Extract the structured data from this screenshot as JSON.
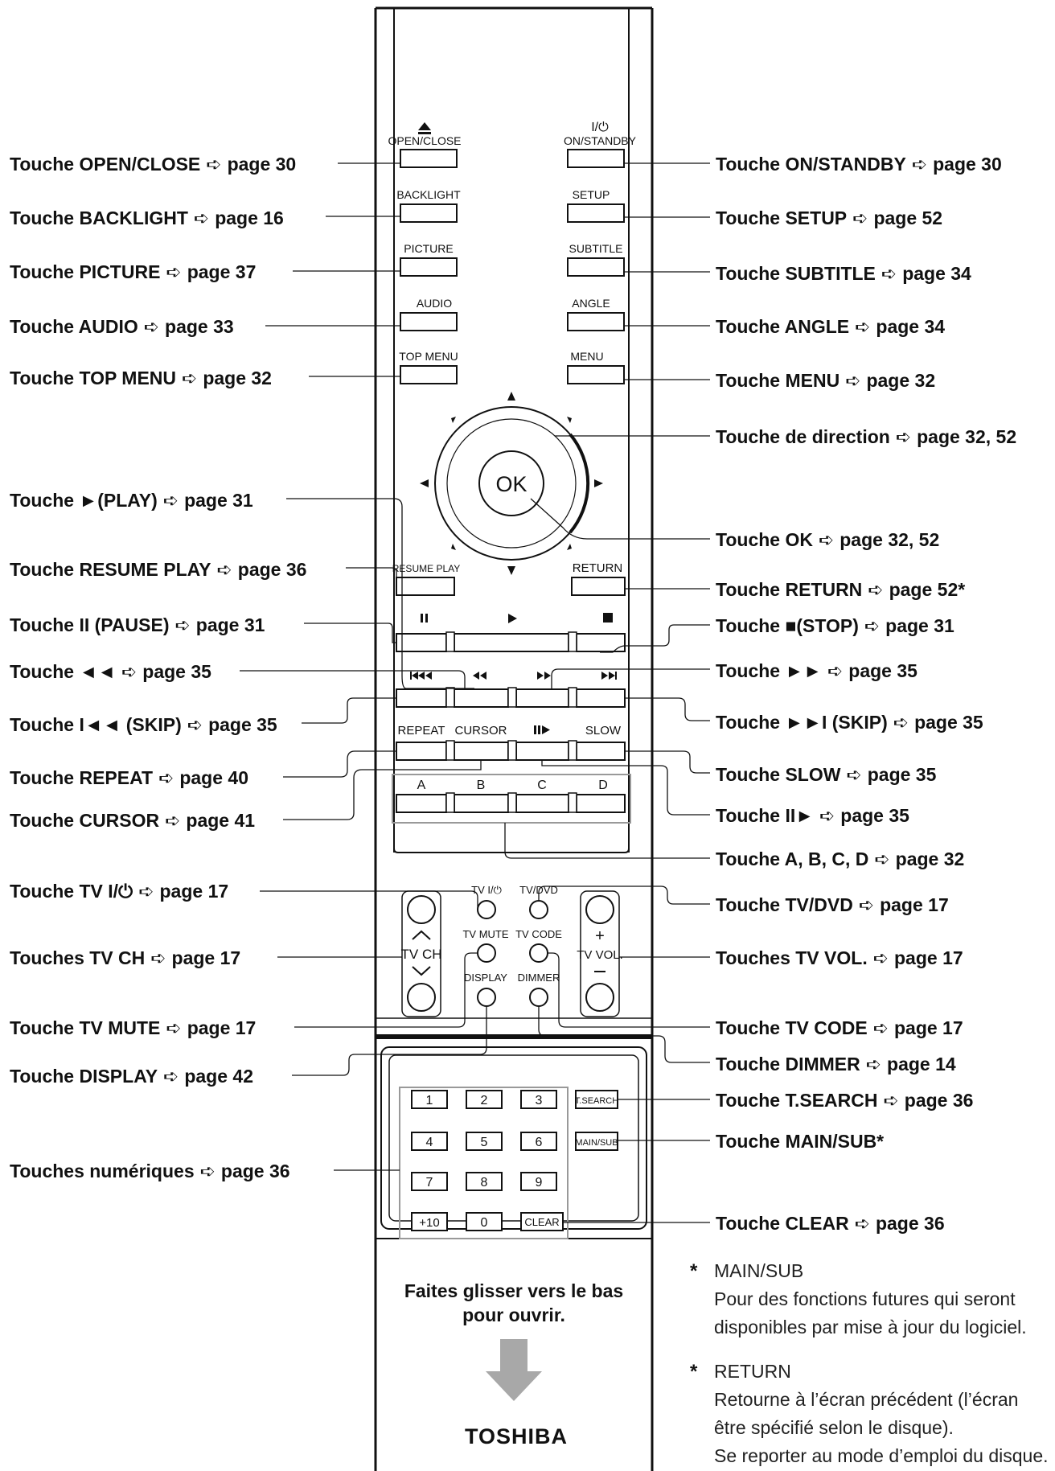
{
  "arrow_glyph": "➪",
  "callouts_left": [
    {
      "id": "open-close",
      "prefix": "Touche OPEN/CLOSE",
      "page": "page 30"
    },
    {
      "id": "backlight",
      "prefix": "Touche BACKLIGHT",
      "page": "page 16"
    },
    {
      "id": "picture",
      "prefix": "Touche PICTURE",
      "page": "page 37"
    },
    {
      "id": "audio",
      "prefix": "Touche AUDIO",
      "page": "page 33"
    },
    {
      "id": "top-menu",
      "prefix": "Touche TOP MENU",
      "page": "page 32"
    },
    {
      "id": "play",
      "prefix": "Touche ►(PLAY)",
      "page": "page 31"
    },
    {
      "id": "resume-play",
      "prefix": "Touche RESUME PLAY",
      "page": "page 36"
    },
    {
      "id": "pause",
      "prefix": "Touche II (PAUSE)",
      "page": "page 31"
    },
    {
      "id": "rewind",
      "prefix": "Touche ◄◄",
      "page": "page 35"
    },
    {
      "id": "skip-back",
      "prefix": "Touche I◄◄ (SKIP)",
      "page": "page 35"
    },
    {
      "id": "repeat",
      "prefix": "Touche REPEAT",
      "page": "page 40"
    },
    {
      "id": "cursor",
      "prefix": "Touche CURSOR",
      "page": "page 41"
    },
    {
      "id": "tv-power",
      "prefix": "Touche TV I/⏻",
      "page": "page 17"
    },
    {
      "id": "tv-ch",
      "prefix": "Touches TV CH",
      "page": "page 17"
    },
    {
      "id": "tv-mute",
      "prefix": "Touche TV MUTE",
      "page": "page 17"
    },
    {
      "id": "display",
      "prefix": "Touche DISPLAY",
      "page": "page 42"
    },
    {
      "id": "numeric",
      "prefix": "Touches numériques",
      "page": "page 36"
    }
  ],
  "callouts_right": [
    {
      "id": "on-standby",
      "prefix": "Touche ON/STANDBY",
      "page": "page 30"
    },
    {
      "id": "setup",
      "prefix": "Touche SETUP",
      "page": "page 52"
    },
    {
      "id": "subtitle",
      "prefix": "Touche SUBTITLE",
      "page": "page 34"
    },
    {
      "id": "angle",
      "prefix": "Touche ANGLE",
      "page": "page 34"
    },
    {
      "id": "menu",
      "prefix": "Touche MENU",
      "page": "page 32"
    },
    {
      "id": "direction",
      "prefix": "Touche de direction",
      "page": "page 32, 52"
    },
    {
      "id": "ok",
      "prefix": "Touche OK",
      "page": "page 32, 52"
    },
    {
      "id": "return",
      "prefix": "Touche RETURN",
      "page": "page 52*"
    },
    {
      "id": "stop",
      "prefix": "Touche ■(STOP)",
      "page": "page 31"
    },
    {
      "id": "forward",
      "prefix": "Touche ►►",
      "page": "page 35"
    },
    {
      "id": "skip-fwd",
      "prefix": "Touche ►►I (SKIP)",
      "page": "page 35"
    },
    {
      "id": "slow",
      "prefix": "Touche SLOW",
      "page": "page 35"
    },
    {
      "id": "frame",
      "prefix": "Touche II►",
      "page": "page 35"
    },
    {
      "id": "abcd",
      "prefix": "Touche A, B, C, D",
      "page": "page 32"
    },
    {
      "id": "tv-dvd",
      "prefix": "Touche TV/DVD",
      "page": "page 17"
    },
    {
      "id": "tv-vol",
      "prefix": "Touches TV VOL.",
      "page": "page 17"
    },
    {
      "id": "tv-code",
      "prefix": "Touche TV CODE",
      "page": "page 17"
    },
    {
      "id": "dimmer",
      "prefix": "Touche DIMMER",
      "page": "page 14"
    },
    {
      "id": "tsearch",
      "prefix": "Touche T.SEARCH",
      "page": "page 36"
    },
    {
      "id": "main-sub",
      "prefix": "Touche MAIN/SUB*",
      "page": ""
    },
    {
      "id": "clear",
      "prefix": "Touche CLEAR",
      "page": "page 36"
    }
  ],
  "remote": {
    "open_close": "OPEN/CLOSE",
    "on_standby_symbol": "I/⏻",
    "on_standby": "ON/STANDBY",
    "backlight": "BACKLIGHT",
    "setup": "SETUP",
    "picture": "PICTURE",
    "subtitle": "SUBTITLE",
    "audio": "AUDIO",
    "angle": "ANGLE",
    "top_menu": "TOP MENU",
    "menu": "MENU",
    "ok": "OK",
    "resume_play": "RESUME PLAY",
    "return": "RETURN",
    "repeat": "REPEAT",
    "cursor": "CURSOR",
    "slow": "SLOW",
    "abcd": [
      "A",
      "B",
      "C",
      "D"
    ],
    "tv_power": "TV  I/⏻",
    "tv_dvd": "TV/DVD",
    "tv_mute": "TV MUTE",
    "tv_code": "TV CODE",
    "display": "DISPLAY",
    "dimmer": "DIMMER",
    "tv_ch": "TV CH",
    "tv_vol": "TV VOL.",
    "tsearch": "T.SEARCH",
    "main_sub": "MAIN/SUB",
    "keypad": [
      "1",
      "2",
      "3",
      "4",
      "5",
      "6",
      "7",
      "8",
      "9",
      "+10",
      "0"
    ],
    "clear": "CLEAR",
    "slide_line1": "Faites glisser vers le bas",
    "slide_line2": "pour ouvrir.",
    "brand": "TOSHIBA"
  },
  "notes": [
    {
      "star": "*",
      "title": "MAIN/SUB",
      "lines": [
        "Pour des fonctions futures qui seront",
        "disponibles par mise à jour du logiciel."
      ]
    },
    {
      "star": "*",
      "title": "RETURN",
      "lines": [
        "Retourne à l’écran précédent (l’écran",
        "être spécifié selon le disque).",
        "Se reporter au mode d’emploi du disque."
      ]
    }
  ]
}
